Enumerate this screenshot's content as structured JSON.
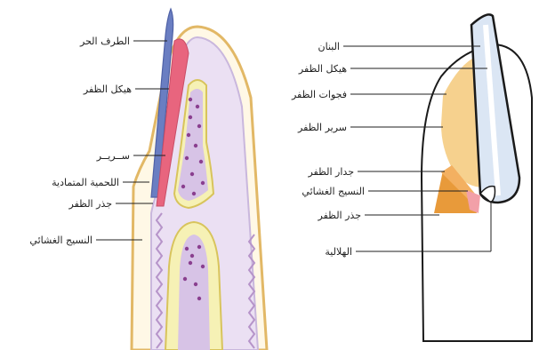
{
  "labels": {
    "left": {
      "free_edge": "الطرف الحر",
      "nail_plate": "هيكل الظفر",
      "nail_bed": "ســريــر",
      "eponychium": "اللحمية المتمادية",
      "nail_root": "جذر الظفر",
      "epithelium": "النسيج الغشائي"
    },
    "right": {
      "fingertip": "البنان",
      "nail_plate": "هيكل الظفر",
      "nail_grooves": "فجوات الظفر",
      "nail_bed": "سرير الظفر",
      "nail_wall": "جدار الظفر",
      "epithelium": "النسيج الغشائي",
      "nail_root": "جذر الظفر",
      "lunula": "الهلالية"
    }
  },
  "colors": {
    "skin_outline": "#e2b866",
    "nail_blue": "#6a7ec2",
    "nail_bed_red": "#e8657e",
    "tissue_lavender": "#c9b7dd",
    "tissue_dots": "#8a3f8f",
    "bone_yellow": "#f6f1b5",
    "nail_bed_orange": "#f5c97a",
    "root_orange": "#e89a3a",
    "nail_light_blue": "#dbe6f4"
  }
}
